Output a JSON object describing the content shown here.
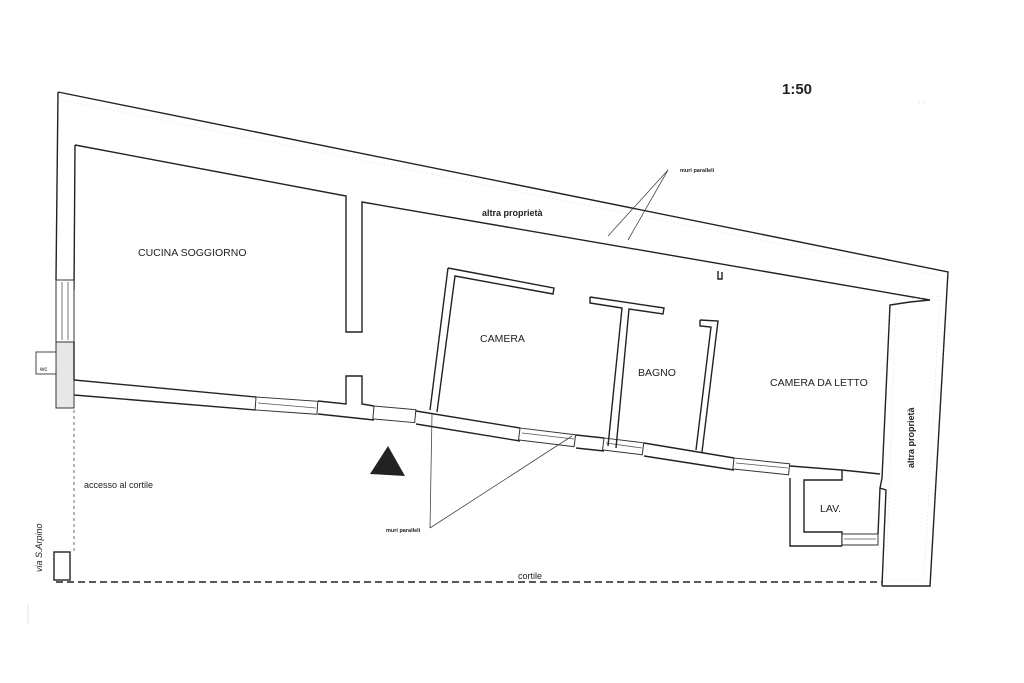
{
  "scale": "1:50",
  "rooms": {
    "cucina_soggiorno": "CUCINA SOGGIORNO",
    "camera": "CAMERA",
    "bagno": "BAGNO",
    "camera_da_letto": "CAMERA DA LETTO",
    "lav": "LAV."
  },
  "labels": {
    "altra_proprieta_top": "altra proprietà",
    "altra_proprieta_right": "altra proprietà",
    "muri_paralleli_top": "muri paralleli",
    "muri_paralleli_bottom": "muri paralleli",
    "accesso_cortile": "accesso al cortile",
    "cortile": "cortile",
    "via": "via S.Arpino",
    "wc": "wc"
  }
}
